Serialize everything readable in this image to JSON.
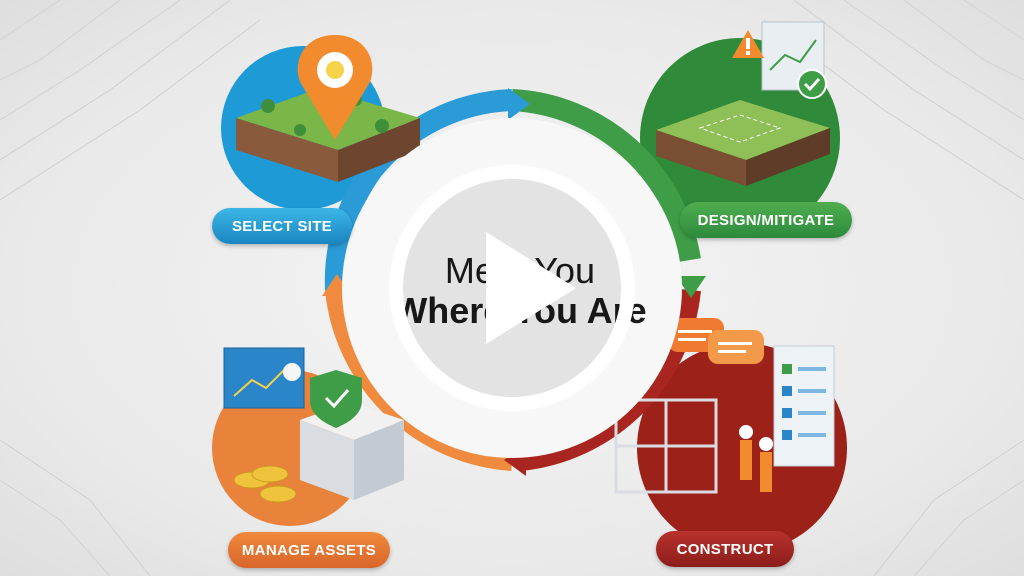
{
  "stages": {
    "select_site": "SELECT SITE",
    "design_mitigate": "DESIGN/MITIGATE",
    "construct": "CONSTRUCT",
    "manage_assets": "MANAGE ASSETS"
  },
  "headline": {
    "line1": "Meet You",
    "line2": "Where You Are"
  },
  "player": {
    "icon": "play-icon"
  },
  "colors": {
    "select_site": "#1f95d1",
    "design_mitigate": "#3f9d47",
    "construct": "#a3241f",
    "manage_assets": "#ea7a34",
    "ring_blue": "#2a9bd6",
    "ring_green": "#3f9d47",
    "ring_red": "#a8261f",
    "ring_orange": "#ef8a3e"
  }
}
